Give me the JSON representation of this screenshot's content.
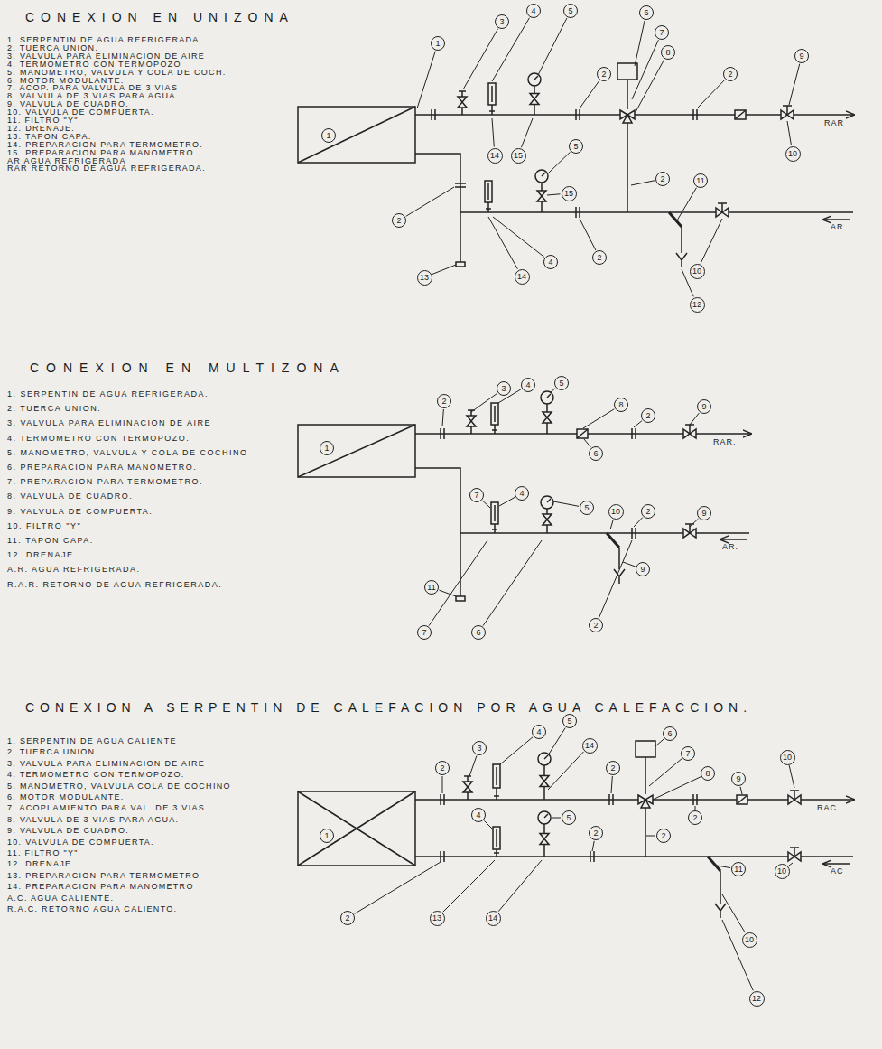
{
  "diagram": {
    "nodes": [
      {
        "text": [
          "4"
        ]
      },
      {
        "text": [
          "5"
        ]
      },
      {
        "text": [
          "6"
        ]
      },
      {
        "text": [
          "3"
        ]
      },
      {
        "text": [
          "7"
        ]
      },
      {
        "text": [
          "1"
        ]
      },
      {
        "text": [
          "8"
        ]
      },
      {
        "text": [
          "9"
        ]
      },
      {
        "text": [
          "2"
        ]
      },
      {
        "text": [
          "2"
        ]
      },
      {
        "text": [
          "1"
        ]
      },
      {
        "text": [
          "5"
        ]
      },
      {
        "text": [
          "10"
        ]
      },
      {
        "text": [
          "14"
        ]
      },
      {
        "text": [
          "15"
        ]
      },
      {
        "text": [
          "2"
        ]
      },
      {
        "text": [
          "11"
        ]
      },
      {
        "text": [
          "15"
        ]
      },
      {
        "text": [
          "2"
        ]
      },
      {
        "text": [
          "2"
        ]
      },
      {
        "text": [
          "4"
        ]
      },
      {
        "text": [
          "10"
        ]
      },
      {
        "text": [
          "13"
        ]
      },
      {
        "text": [
          "14"
        ]
      },
      {
        "text": [
          "12"
        ]
      },
      {
        "text": [
          "4"
        ]
      },
      {
        "text": [
          "5"
        ]
      },
      {
        "text": [
          "3"
        ]
      },
      {
        "text": [
          "2"
        ]
      },
      {
        "text": [
          "8"
        ]
      },
      {
        "text": [
          "9"
        ]
      },
      {
        "text": [
          "2"
        ]
      },
      {
        "text": [
          "1"
        ]
      },
      {
        "text": [
          "6"
        ]
      },
      {
        "text": [
          "4"
        ]
      },
      {
        "text": [
          "7"
        ]
      },
      {
        "text": [
          "5"
        ]
      },
      {
        "text": [
          "10"
        ]
      },
      {
        "text": [
          "2"
        ]
      },
      {
        "text": [
          "9"
        ]
      },
      {
        "text": [
          "9"
        ]
      },
      {
        "text": [
          "11"
        ]
      },
      {
        "text": [
          "7"
        ]
      },
      {
        "text": [
          "6"
        ]
      },
      {
        "text": [
          "2"
        ]
      },
      {
        "text": [
          "5"
        ]
      },
      {
        "text": [
          "4"
        ]
      },
      {
        "text": [
          "6"
        ]
      },
      {
        "text": [
          "14"
        ]
      },
      {
        "text": [
          "3"
        ]
      },
      {
        "text": [
          "7"
        ]
      },
      {
        "text": [
          "10"
        ]
      },
      {
        "text": [
          "2"
        ]
      },
      {
        "text": [
          "2"
        ]
      },
      {
        "text": [
          "8"
        ]
      },
      {
        "text": [
          "9"
        ]
      },
      {
        "text": [
          "2"
        ]
      },
      {
        "text": [
          "5"
        ]
      },
      {
        "text": [
          "4"
        ]
      },
      {
        "text": [
          "1"
        ]
      },
      {
        "text": [
          "2"
        ]
      },
      {
        "text": [
          "2"
        ]
      },
      {
        "text": [
          "11"
        ]
      },
      {
        "text": [
          "10"
        ]
      },
      {
        "text": [
          "2"
        ]
      },
      {
        "text": [
          "13"
        ]
      },
      {
        "text": [
          "14"
        ]
      },
      {
        "text": [
          "10"
        ]
      },
      {
        "text": [
          "12"
        ]
      }
    ],
    "labels": [
      "CONEXION EN UNIZONA",
      "1. SERPENTIN DE AGUA REFRIGERADA.",
      "2. TUERCA UNION.",
      "3. VALVULA PARA ELIMINACION DE AIRE",
      "4. TERMOMETRO CON TERMOPOZO",
      "5. MANOMETRO, VALVULA Y COLA DE COCH.",
      "6. MOTOR MODULANTE.",
      "7. ACOP. PARA VALVULA DE 3 VIAS",
      "8. VALVULA DE 3 VIAS PARA AGUA.",
      "9. VALVULA DE CUADRO.",
      "10. VALVULA DE COMPUERTA.",
      "11. FILTRO \"Y\"",
      "12. DRENAJE.",
      "13. TAPON CAPA.",
      "14. PREPARACION PARA TERMOMETRO.",
      "15. PREPARACION PARA MANOMETRO.",
      "AR AGUA REFRIGERADA",
      "RAR RETORNO DE AGUA REFRIGERADA.",
      "RAR",
      "AR",
      "CONEXION EN MULTIZONA",
      "1. SERPENTIN DE AGUA REFRIGERADA.",
      "2. TUERCA UNION.",
      "3. VALVULA PARA ELIMINACION DE AIRE",
      "4. TERMOMETRO CON TERMOPOZO.",
      "5. MANOMETRO, VALVULA Y COLA DE COCHINO",
      "6. PREPARACION PARA MANOMETRO.",
      "7. PREPARACION PARA TERMOMETRO.",
      "8. VALVULA DE CUADRO.",
      "9. VALVULA DE COMPUERTA.",
      "10. FILTRO \"Y\"",
      "11. TAPON CAPA.",
      "12. DRENAJE.",
      "A.R. AGUA REFRIGERADA.",
      "R.A.R. RETORNO DE AGUA REFRIGERADA.",
      "RAR.",
      "AR.",
      "CONEXION A SERPENTIN DE CALEFACION POR AGUA CALEFACCION.",
      "1. SERPENTIN DE AGUA CALIENTE",
      "2. TUERCA UNION",
      "3. VALVULA PARA ELIMINACION DE AIRE",
      "4. TERMOMETRO CON TERMOPOZO.",
      "5. MANOMETRO, VALVULA COLA DE COCHINO",
      "6. MOTOR MODULANTE.",
      "7. ACOPLAMIENTO PARA VAL. DE 3 VIAS",
      "8. VALVULA DE 3 VIAS PARA AGUA.",
      "9. VALVULA DE CUADRO.",
      "10. VALVULA DE COMPUERTA.",
      "11. FILTRO \"Y\"",
      "12. DRENAJE",
      "13. PREPARACION PARA TERMOMETRO",
      "14. PREPARACION PARA MANOMETRO",
      "A.C. AGUA CALIENTE.",
      "R.A.C. RETORNO AGUA CALIENTO.",
      "RAC",
      "AC"
    ]
  }
}
